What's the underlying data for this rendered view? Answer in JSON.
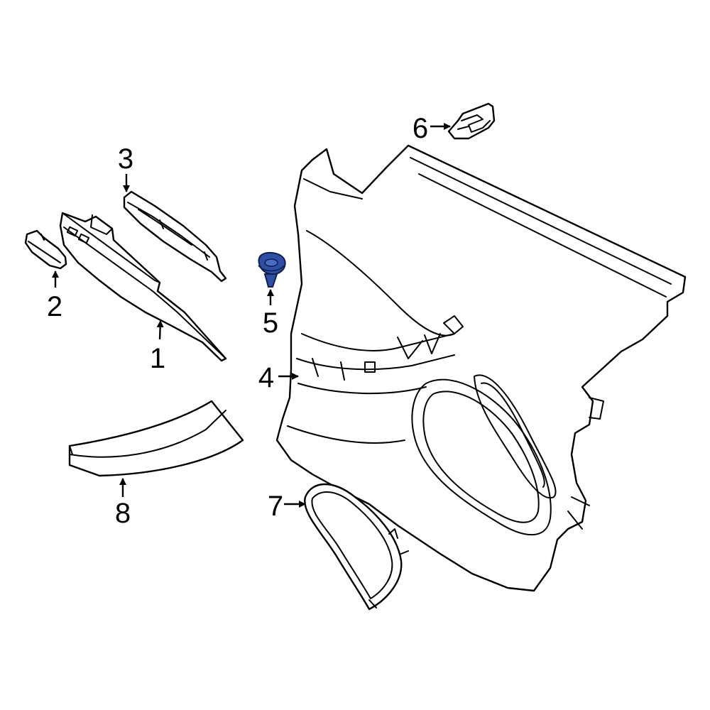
{
  "diagram": {
    "highlight_color": "#2d4fa6",
    "line_color": "#000000",
    "background": "#ffffff",
    "callouts": [
      {
        "id": "1",
        "label": "1"
      },
      {
        "id": "2",
        "label": "2"
      },
      {
        "id": "3",
        "label": "3"
      },
      {
        "id": "4",
        "label": "4"
      },
      {
        "id": "5",
        "label": "5"
      },
      {
        "id": "6",
        "label": "6"
      },
      {
        "id": "7",
        "label": "7"
      },
      {
        "id": "8",
        "label": "8"
      }
    ]
  }
}
